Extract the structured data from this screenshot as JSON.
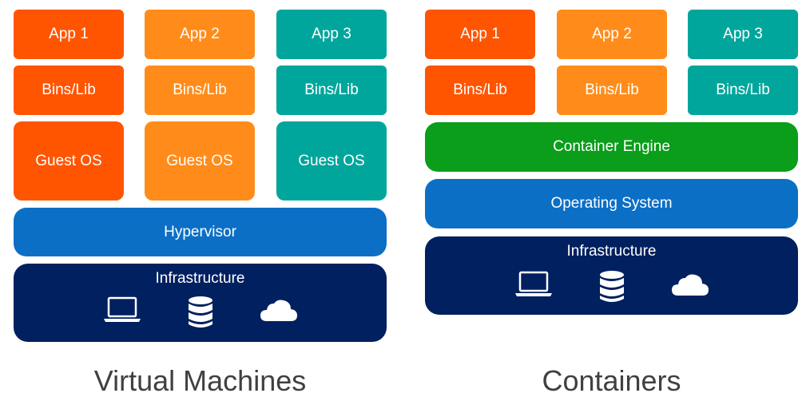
{
  "colors": {
    "app1": "#ff5500",
    "app2": "#ff8c1a",
    "app3": "#00a69c",
    "engine": "#0a9e1a",
    "hypervisor_os": "#0c6fc6",
    "infrastructure": "#002060",
    "caption": "#404040"
  },
  "vm": {
    "apps": [
      "App 1",
      "App 2",
      "App 3"
    ],
    "bins": [
      "Bins/Lib",
      "Bins/Lib",
      "Bins/Lib"
    ],
    "guest_os": [
      "Guest OS",
      "Guest OS",
      "Guest OS"
    ],
    "hypervisor": "Hypervisor",
    "infrastructure": "Infrastructure",
    "icons": [
      "laptop-icon",
      "database-icon",
      "cloud-icon"
    ],
    "caption": "Virtual Machines"
  },
  "containers": {
    "apps": [
      "App 1",
      "App 2",
      "App 3"
    ],
    "bins": [
      "Bins/Lib",
      "Bins/Lib",
      "Bins/Lib"
    ],
    "engine": "Container Engine",
    "os": "Operating System",
    "infrastructure": "Infrastructure",
    "icons": [
      "laptop-icon",
      "database-icon",
      "cloud-icon"
    ],
    "caption": "Containers"
  }
}
